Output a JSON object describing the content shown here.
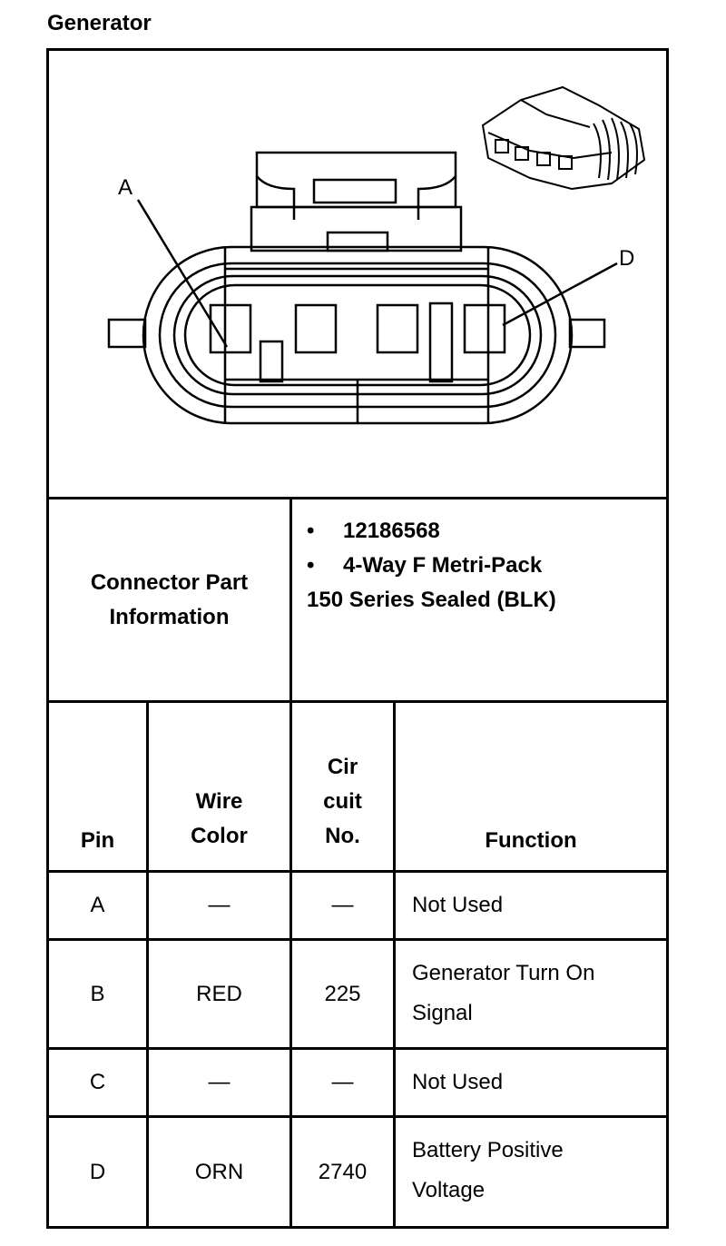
{
  "title": "Generator",
  "diagram": {
    "pin_labels": [
      "A",
      "D"
    ]
  },
  "connector_info": {
    "label_line1": "Connector Part",
    "label_line2": "Information",
    "bullet": "•",
    "part_number": "12186568",
    "desc_line1": "4-Way F Metri-Pack",
    "desc_line2": "150 Series Sealed (BLK)"
  },
  "table": {
    "headers": {
      "pin": "Pin",
      "wire_color_1": "Wire",
      "wire_color_2": "Color",
      "circuit_1": "Cir",
      "circuit_2": "cuit",
      "circuit_3": "No.",
      "function": "Function"
    },
    "rows": [
      {
        "pin": "A",
        "wire": "—",
        "circuit": "—",
        "function_1": "Not Used",
        "function_2": ""
      },
      {
        "pin": "B",
        "wire": "RED",
        "circuit": "225",
        "function_1": "Generator Turn On",
        "function_2": "Signal"
      },
      {
        "pin": "C",
        "wire": "—",
        "circuit": "—",
        "function_1": "Not Used",
        "function_2": ""
      },
      {
        "pin": "D",
        "wire": "ORN",
        "circuit": "2740",
        "function_1": "Battery Positive",
        "function_2": "Voltage"
      }
    ]
  }
}
